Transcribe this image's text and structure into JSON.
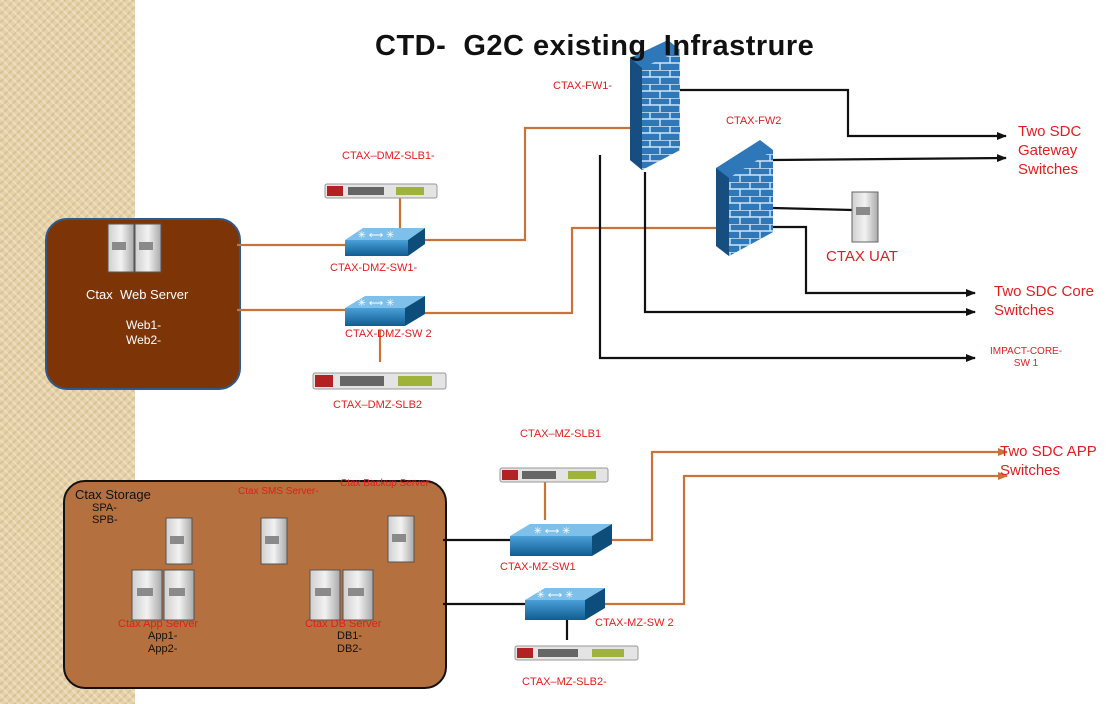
{
  "diagram": {
    "title": "CTD-  G2C existing  Infrastrure",
    "web_server_group": {
      "title": "Ctax  Web Server",
      "lines": [
        "Web1-",
        "Web2-"
      ]
    },
    "storage_group": {
      "title": "Ctax Storage",
      "sub": [
        "SPA-",
        "SPB-"
      ],
      "sms_server": "Ctax SMS Server-",
      "backup_server": "Ctax Backup Server-",
      "app_server": "Ctax  App  Server",
      "app_lines": [
        "App1-",
        "App2-"
      ],
      "db_server": "Ctax  DB  Server",
      "db_lines": [
        "DB1-",
        "DB2-"
      ]
    },
    "devices": {
      "fw1": "CTAX-FW1-",
      "fw2": "CTAX-FW2",
      "dmz_slb1": "CTAX–DMZ-SLB1-",
      "dmz_sw1": "CTAX-DMZ-SW1-",
      "dmz_sw2": "CTAX-DMZ-SW 2",
      "dmz_slb2": "CTAX–DMZ-SLB2",
      "mz_slb1": "CTAX–MZ-SLB1",
      "mz_sw1": "CTAX-MZ-SW1",
      "mz_sw2": "CTAX-MZ-SW 2",
      "mz_slb2": "CTAX–MZ-SLB2-",
      "uat": "CTAX UAT"
    },
    "destinations": {
      "gateway": [
        "Two SDC",
        "Gateway",
        "Switches"
      ],
      "core": [
        "Two SDC Core",
        "Switches"
      ],
      "impact": [
        "IMPACT-CORE-",
        "SW 1"
      ],
      "app": [
        "Two SDC APP",
        "Switches"
      ]
    },
    "colors": {
      "sidebar": "#e6d2a8",
      "web_box": "#7d3508",
      "storage_box": "#b4703e",
      "orange_line": "#c8733a",
      "label_red": "#e01e1e",
      "firewall": "#2e77b8",
      "switch": "#1a6aa0"
    }
  }
}
